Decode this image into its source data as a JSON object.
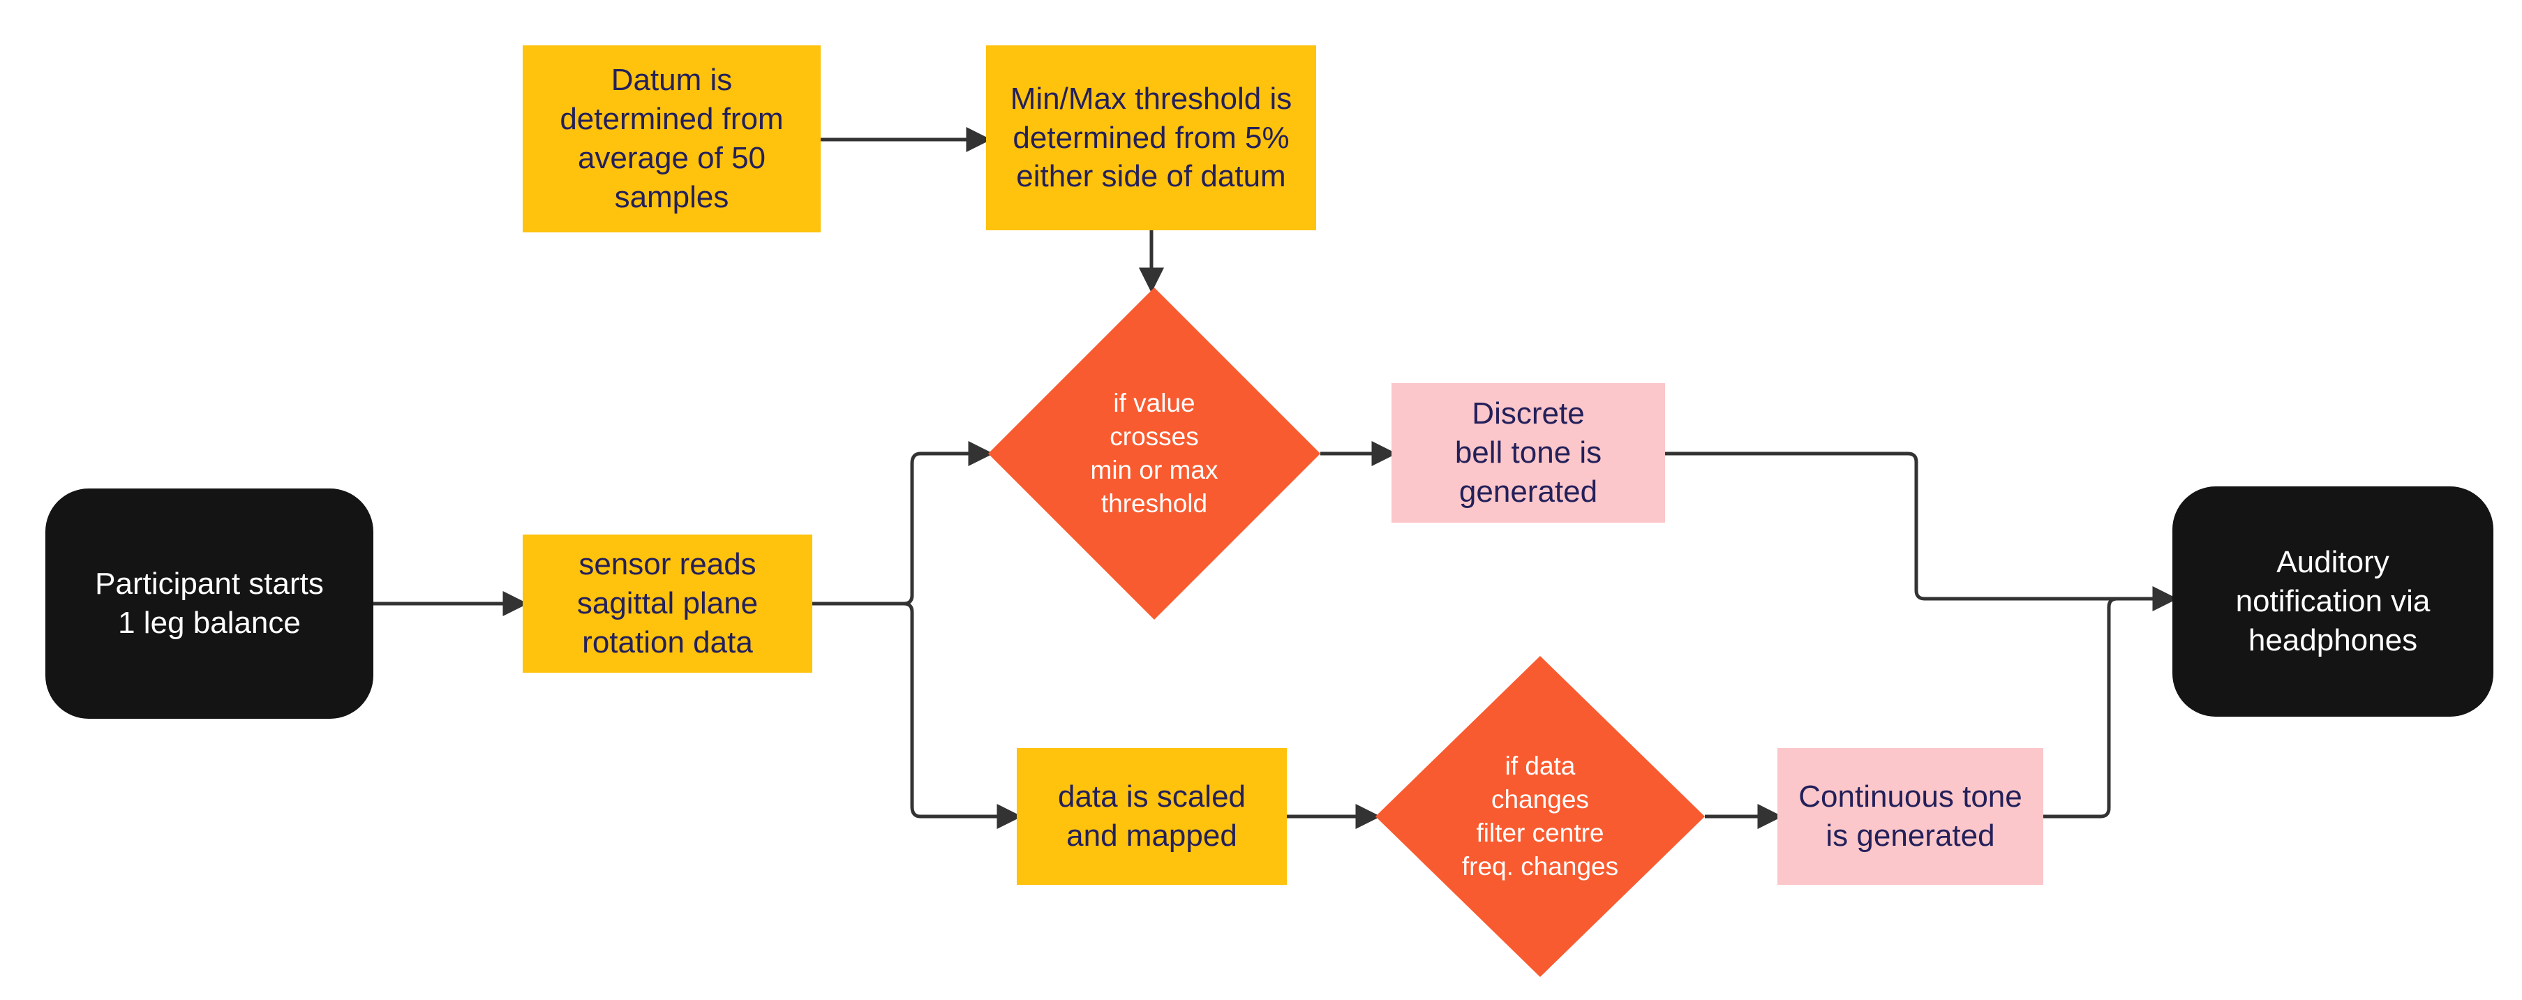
{
  "colors": {
    "bg": "#FFFFFF",
    "yellow": "#FFC20D",
    "orange": "#F95B30",
    "pink": "#FBC7CA",
    "black": "#141414",
    "navy": "#23205A",
    "white": "#FFFFFF",
    "line": "#333333"
  },
  "nodes": {
    "start": {
      "label": "Participant starts\n1 leg balance",
      "shape": "rounded-terminator"
    },
    "datum": {
      "label": "Datum is\ndetermined from\naverage of 50\nsamples",
      "shape": "rectangle"
    },
    "minmax": {
      "label": "Min/Max threshold is\ndetermined from 5%\neither side of datum",
      "shape": "rectangle"
    },
    "sensor": {
      "label": "sensor reads\nsagittal plane\nrotation data",
      "shape": "rectangle"
    },
    "threshold": {
      "label": "if value\ncrosses\nmin or max\nthreshold",
      "shape": "diamond"
    },
    "discrete": {
      "label": "Discrete\nbell tone is\ngenerated",
      "shape": "rectangle"
    },
    "scaled": {
      "label": "data is scaled\nand mapped",
      "shape": "rectangle"
    },
    "freq": {
      "label": "if data\nchanges\nfilter centre\nfreq. changes",
      "shape": "diamond"
    },
    "continuous": {
      "label": "Continuous tone\nis generated",
      "shape": "rectangle"
    },
    "end": {
      "label": "Auditory\nnotification via\nheadphones",
      "shape": "rounded-terminator"
    }
  },
  "edges": [
    {
      "from": "datum",
      "to": "minmax"
    },
    {
      "from": "minmax",
      "to": "threshold"
    },
    {
      "from": "start",
      "to": "sensor"
    },
    {
      "from": "sensor",
      "to": "threshold"
    },
    {
      "from": "sensor",
      "to": "scaled"
    },
    {
      "from": "threshold",
      "to": "discrete"
    },
    {
      "from": "discrete",
      "to": "end"
    },
    {
      "from": "scaled",
      "to": "freq"
    },
    {
      "from": "freq",
      "to": "continuous"
    },
    {
      "from": "continuous",
      "to": "end"
    }
  ]
}
